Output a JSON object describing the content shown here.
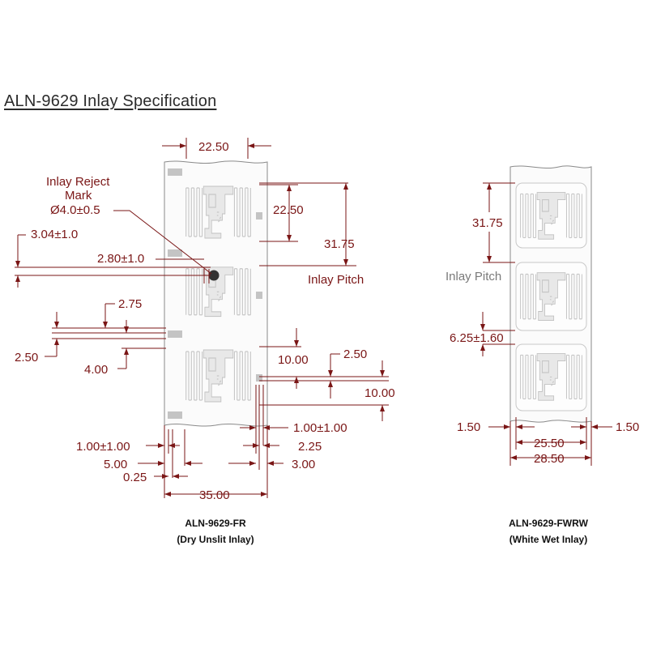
{
  "title": "ALN-9629 Inlay Specification",
  "left_drawing": {
    "dims": {
      "top_width": "22.50",
      "reject_mark_line1": "Inlay Reject",
      "reject_mark_line2": "Mark",
      "reject_mark_dia": "Ø4.0±0.5",
      "inner_height": "22.50",
      "pitch_value": "31.75",
      "pitch_label": "Inlay Pitch",
      "mark_offset_v": "3.04±1.0",
      "mark_offset_h": "2.80±1.0",
      "gap_275": "2.75",
      "gap_250": "2.50",
      "gap_400": "4.00",
      "height_10a": "10.00",
      "right_250": "2.50",
      "height_10b": "10.00",
      "tol_right": "1.00±1.00",
      "tol_left": "1.00±1.00",
      "right_225": "2.25",
      "left_500": "5.00",
      "right_300": "3.00",
      "left_025": "0.25",
      "overall_width": "35.00"
    },
    "caption_line1": "ALN-9629-FR",
    "caption_line2": "(Dry Unslit Inlay)"
  },
  "right_drawing": {
    "dims": {
      "pitch_value": "31.75",
      "pitch_label": "Inlay Pitch",
      "gap": "6.25±1.60",
      "edge_left": "1.50",
      "edge_right": "1.50",
      "inner_width": "25.50",
      "overall_width": "28.50"
    },
    "caption_line1": "ALN-9629-FWRW",
    "caption_line2": "(White Wet Inlay)"
  },
  "colors": {
    "dimension": "#7a1616",
    "grey_label": "#7a7a7a",
    "outline": "#8a8a8a"
  }
}
